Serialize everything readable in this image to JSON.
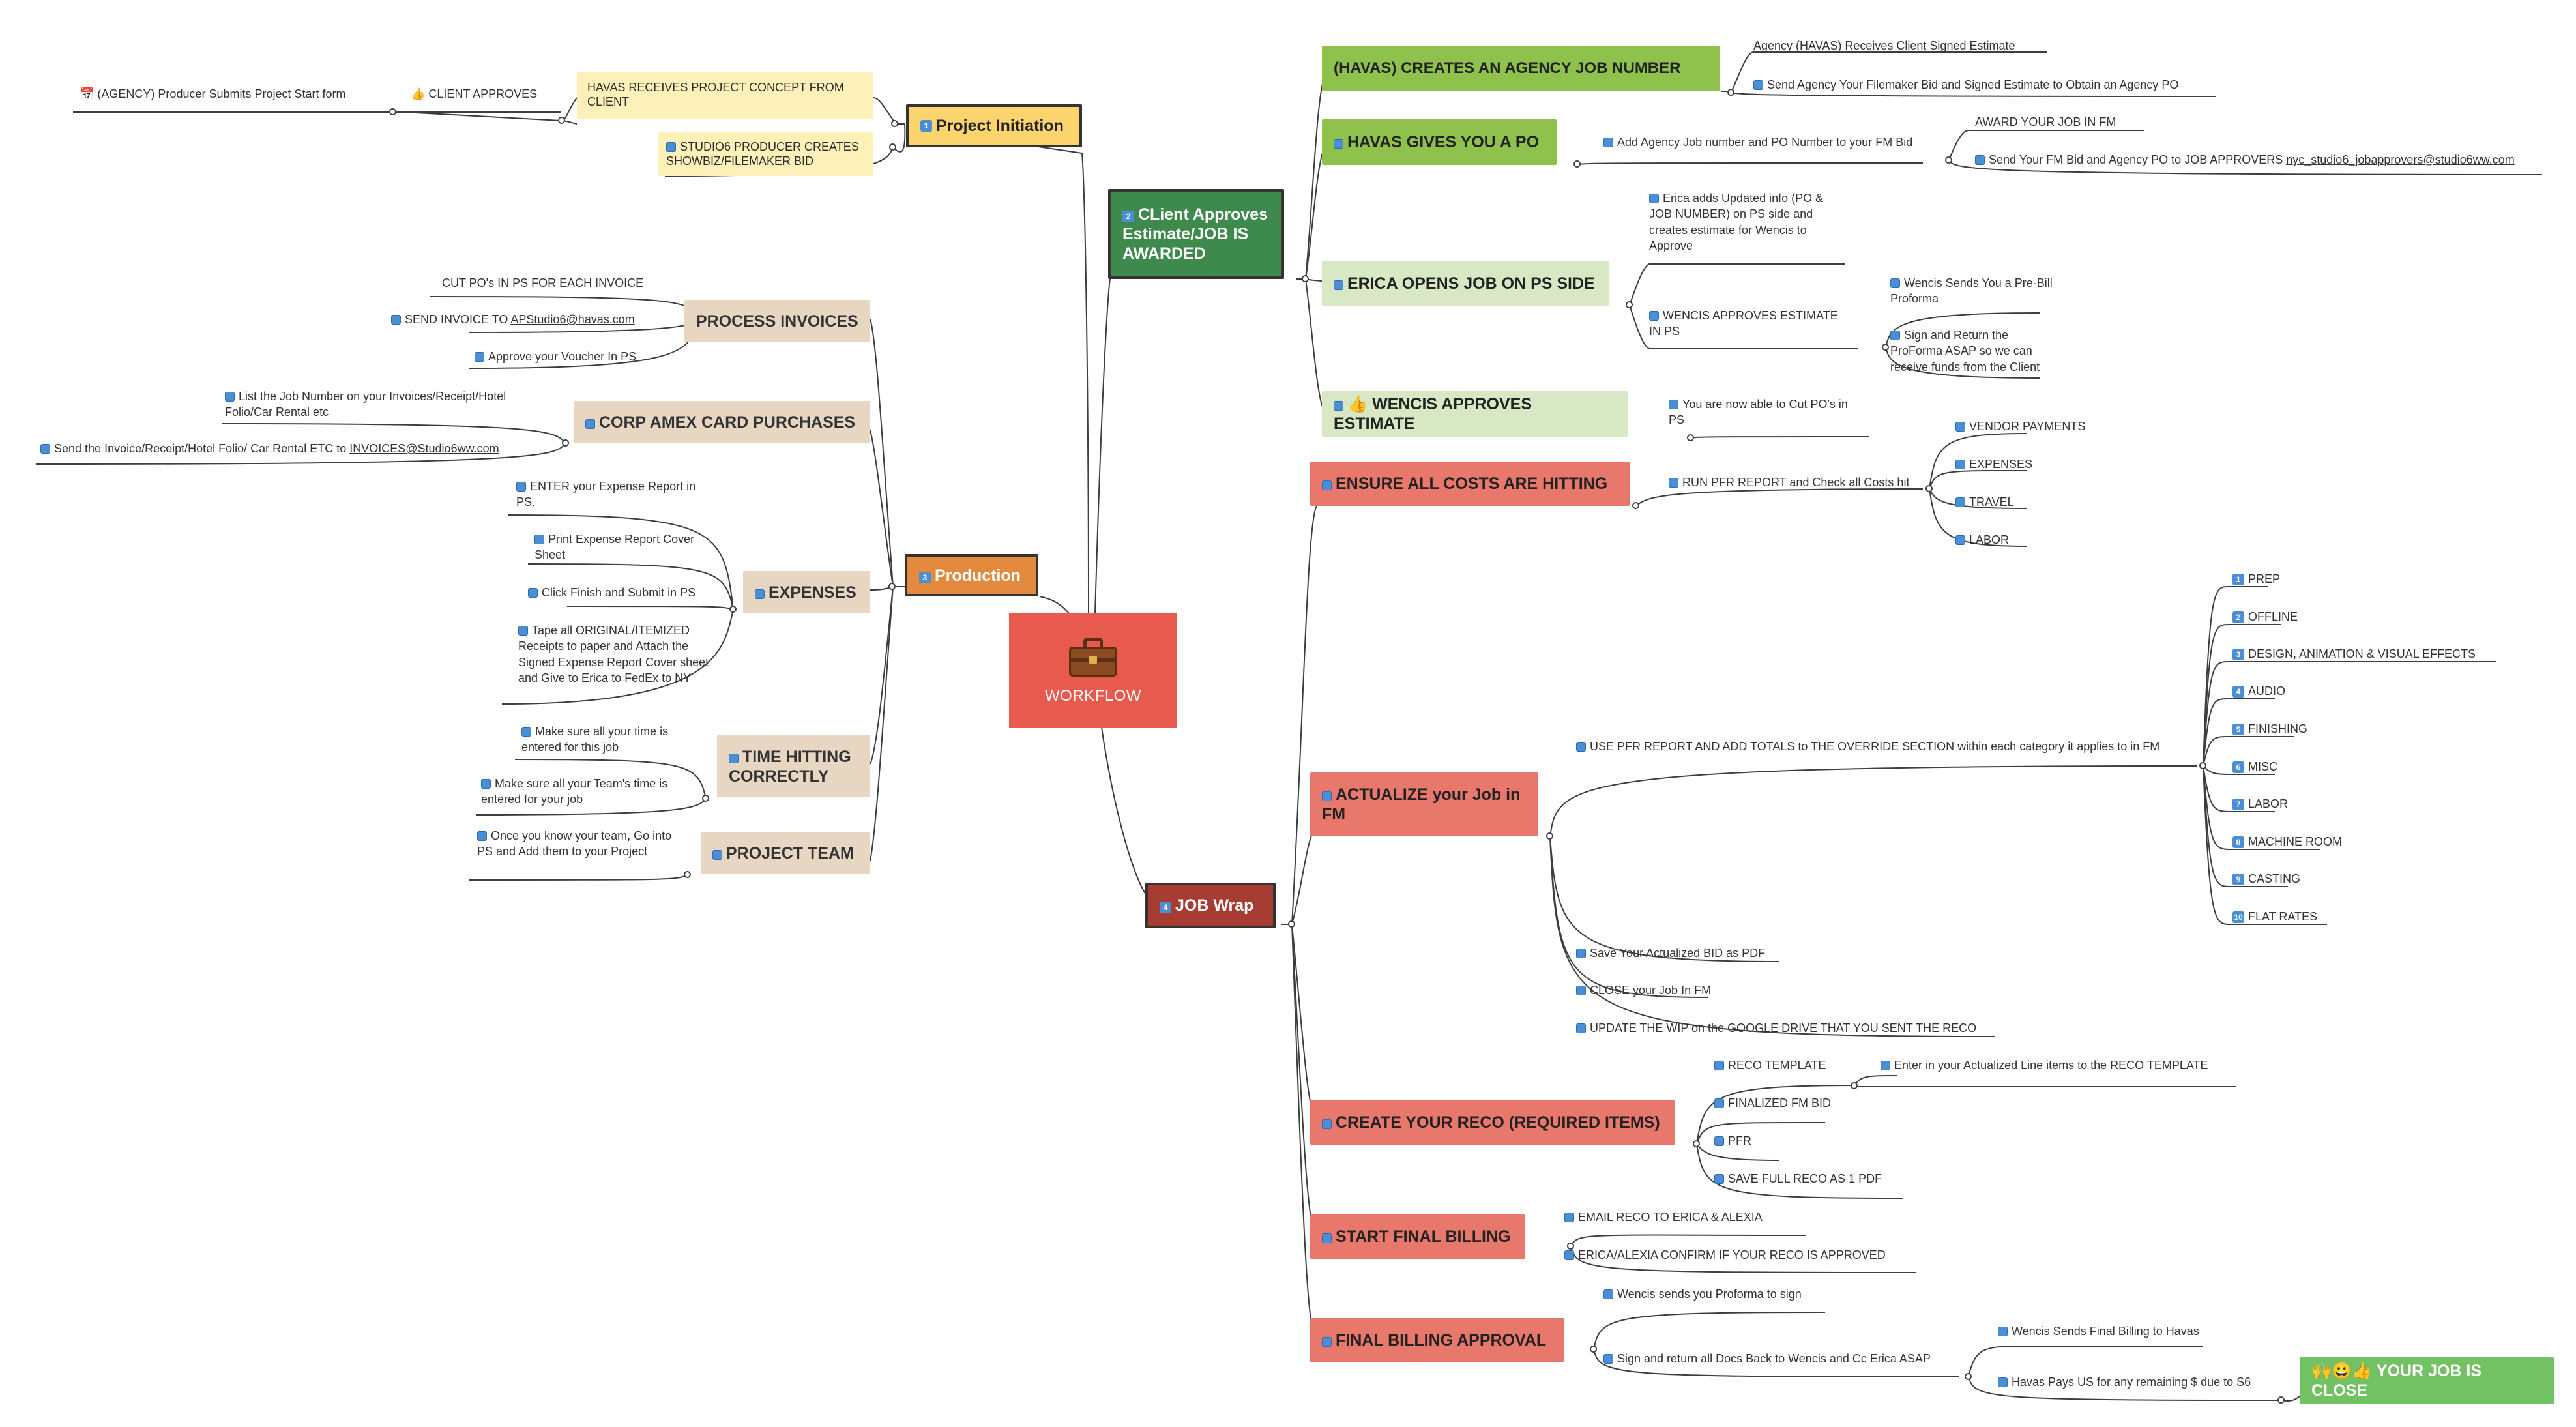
{
  "center": {
    "title": "WORKFLOW",
    "icon": "briefcase-icon"
  },
  "branches": {
    "initiation": {
      "title": "Project Initiation",
      "badge": "1",
      "items": {
        "havas_receives": "HAVAS RECEIVES PROJECT CONCEPT FROM CLIENT",
        "client_approves": "CLIENT APPROVES",
        "producer_submits": "(AGENCY) Producer Submits Project Start form",
        "studio6_bid": "STUDIO6 PRODUCER CREATES SHOWBIZ/FILEMAKER BID"
      }
    },
    "awarded": {
      "title": "CLient Approves Estimate/JOB IS AWARDED",
      "badge": "2",
      "job_number": {
        "title": "(HAVAS) CREATES AN AGENCY JOB NUMBER",
        "receives": "Agency (HAVAS) Receives Client Signed Estimate",
        "send_agency": "Send Agency Your Filemaker Bid and Signed Estimate to Obtain an Agency PO"
      },
      "po": {
        "title": "HAVAS GIVES YOU A PO",
        "add_agency": "Add Agency Job number and PO Number to your FM Bid",
        "award": "AWARD YOUR JOB IN FM",
        "send_fm": "Send Your FM Bid and Agency PO to JOB APPROVERS",
        "send_fm_email": "nyc_studio6_jobapprovers@studio6ww.com"
      },
      "erica": {
        "title": "ERICA OPENS JOB ON PS SIDE",
        "adds_info": "Erica adds Updated info (PO & JOB NUMBER) on PS side and creates estimate for Wencis to Approve",
        "wencis_approves": "WENCIS APPROVES ESTIMATE IN PS",
        "pre_bill": "Wencis Sends You a Pre-Bill Proforma",
        "sign_return": "Sign and Return the ProForma ASAP so we can receive funds from the Client"
      },
      "wencis": {
        "title": "WENCIS APPROVES ESTIMATE",
        "cut_pos": "You are now able to Cut PO's in PS"
      }
    },
    "production": {
      "title": "Production",
      "badge": "3",
      "invoices": {
        "title": "PROCESS INVOICES",
        "cut": "CUT PO's IN PS FOR EACH INVOICE",
        "send_prefix": "SEND INVOICE TO",
        "send_email": "APStudio6@havas.com",
        "approve": "Approve your Voucher In PS"
      },
      "amex": {
        "title": "CORP AMEX CARD PURCHASES",
        "list": "List the Job Number on your Invoices/Receipt/Hotel Folio/Car Rental etc",
        "send_prefix": "Send the Invoice/Receipt/Hotel Folio/ Car Rental ETC to",
        "send_email": "INVOICES@Studio6ww.com"
      },
      "expenses": {
        "title": "EXPENSES",
        "enter": "ENTER your Expense Report in PS.",
        "print": "Print Expense Report Cover Sheet",
        "finish": "Click Finish and Submit in PS",
        "tape": "Tape all ORIGINAL/ITEMIZED Receipts to paper and Attach the Signed Expense Report Cover sheet and Give to Erica to FedEx to NY"
      },
      "time": {
        "title": "TIME HITTING CORRECTLY",
        "own": "Make sure all your time is entered for this job",
        "team": "Make sure all your Team's time is entered for your job"
      },
      "team": {
        "title": "PROJECT TEAM",
        "add": "Once you know your team, Go into PS and Add them to your Project"
      }
    },
    "wrap": {
      "title": "JOB Wrap",
      "badge": "4",
      "costs": {
        "title": "ENSURE ALL COSTS ARE HITTING",
        "run_pfr": "RUN PFR REPORT and Check all Costs hit",
        "items": [
          "VENDOR PAYMENTS",
          "EXPENSES",
          "TRAVEL",
          "LABOR"
        ]
      },
      "actualize": {
        "title": "ACTUALIZE your Job in FM",
        "use_pfr": "USE PFR REPORT AND ADD TOTALS to THE OVERRIDE SECTION within each category it applies to in FM",
        "categories": [
          {
            "n": "1",
            "label": "PREP"
          },
          {
            "n": "2",
            "label": "OFFLINE"
          },
          {
            "n": "3",
            "label": "DESIGN, ANIMATION & VISUAL EFFECTS"
          },
          {
            "n": "4",
            "label": "AUDIO"
          },
          {
            "n": "5",
            "label": "FINISHING"
          },
          {
            "n": "6",
            "label": "MISC"
          },
          {
            "n": "7",
            "label": "LABOR"
          },
          {
            "n": "8",
            "label": "MACHINE ROOM"
          },
          {
            "n": "9",
            "label": "CASTING"
          },
          {
            "n": "10",
            "label": "FLAT RATES"
          }
        ],
        "save_pdf": "Save Your Actualized BID as PDF",
        "close": "CLOSE your Job In FM",
        "update_wip": "UPDATE THE WIP on the GOOGLE DRIVE THAT YOU SENT THE RECO"
      },
      "reco": {
        "title": "CREATE YOUR RECO (REQUIRED ITEMS)",
        "template": "RECO TEMPLATE",
        "enter_items": "Enter in your Actualized Line items to the RECO TEMPLATE",
        "finalized": "FINALIZED FM BID",
        "pfr": "PFR",
        "save_full": "SAVE FULL RECO AS 1 PDF"
      },
      "billing": {
        "title": "START FINAL BILLING",
        "email": "EMAIL RECO TO ERICA & ALEXIA",
        "confirm": "ERICA/ALEXIA CONFIRM IF YOUR RECO IS APPROVED"
      },
      "approval": {
        "title": "FINAL BILLING APPROVAL",
        "proforma": "Wencis sends you Proforma to sign",
        "sign_docs": "Sign and return all Docs Back to Wencis and Cc Erica ASAP",
        "sends_final": "Wencis Sends Final Billing to Havas",
        "havas_pays": "Havas Pays US for any remaining $ due to S6",
        "closed": "YOUR JOB IS CLOSE"
      }
    }
  },
  "colors": {
    "center": "#e8594e",
    "initiation": "#fbd46d",
    "awarded": "#3d8a4c",
    "production": "#e38a3e",
    "wrap": "#a63c32",
    "green_light": "#8fc24c",
    "green_pale": "#d8e8c4",
    "tan": "#e7d6c2",
    "yellow_pale": "#fdf0b8",
    "red_pale": "#e8776c",
    "done": "#72c264"
  }
}
